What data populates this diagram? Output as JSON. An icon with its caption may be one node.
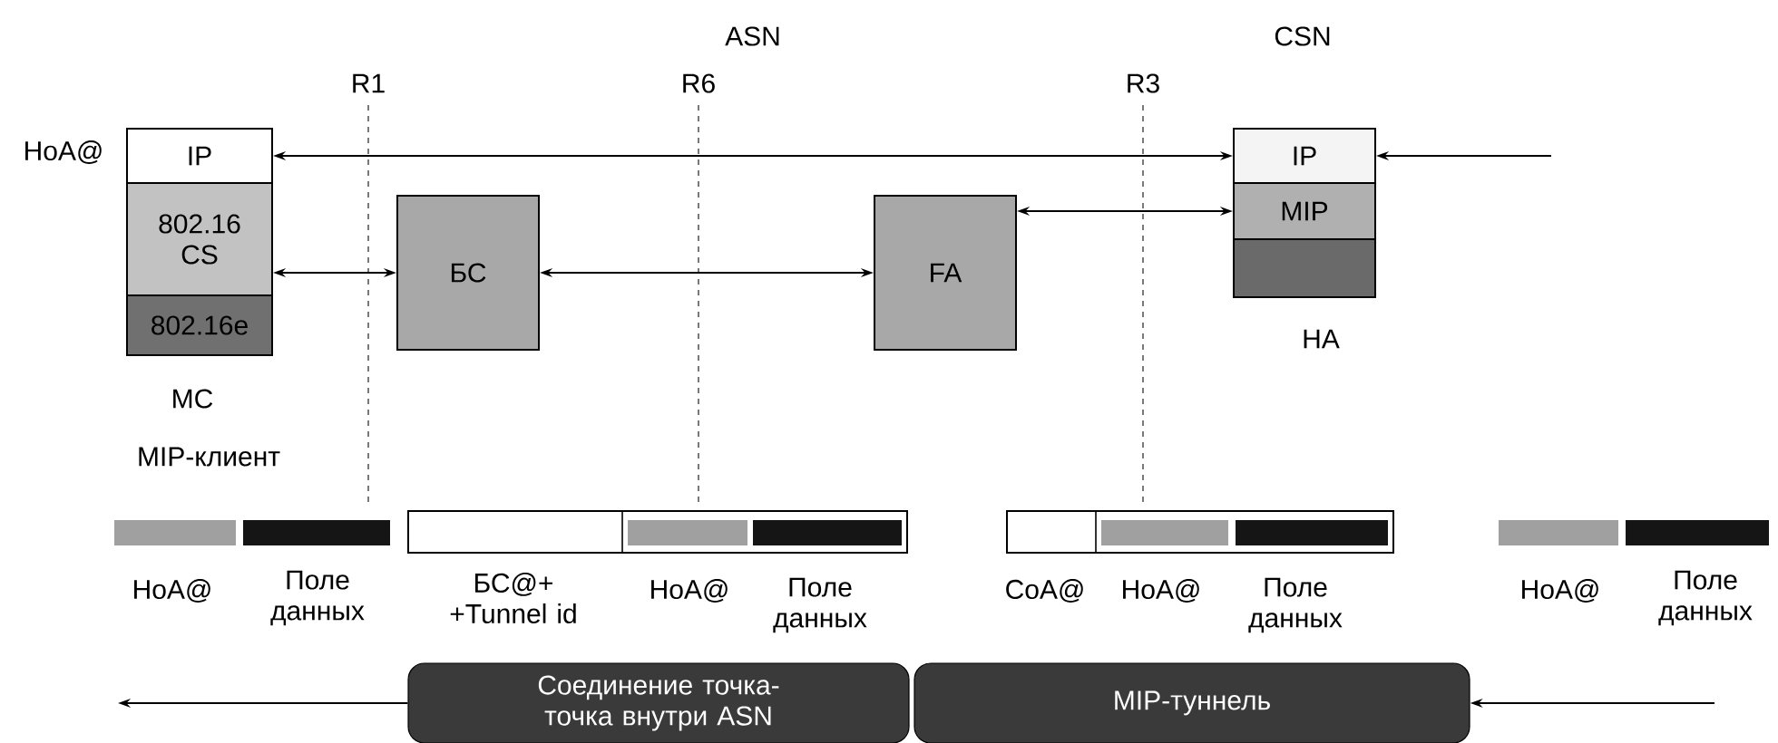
{
  "diagram": {
    "nodes": [
      {
        "text": [
          "IP"
        ],
        "beside": [
          "HoA@"
        ]
      },
      {
        "text": [
          "802.16 CS"
        ]
      },
      {
        "text": [
          "802.16e"
        ]
      },
      {
        "text": [
          "БС"
        ]
      },
      {
        "text": [
          "FA"
        ]
      },
      {
        "text": [
          "IP"
        ]
      },
      {
        "text": [
          "MIP"
        ]
      },
      {
        "text": [],
        "shape": "box"
      },
      {
        "text": [
          "Соединение точка-точка внутри ASN"
        ]
      },
      {
        "text": [
          "MIP-туннель"
        ]
      }
    ],
    "edges": [
      {
        "from": 0,
        "to": 5,
        "arrow": "both"
      },
      {
        "from": 1,
        "to": 3,
        "arrow": "both"
      },
      {
        "from": 3,
        "to": 4,
        "arrow": "both"
      },
      {
        "from": 4,
        "to": 6,
        "arrow": "both"
      },
      {
        "from": null,
        "to": 5,
        "arrow": "to"
      },
      {
        "from": 8,
        "to": null,
        "arrow": "to"
      },
      {
        "from": null,
        "to": 9,
        "arrow": "to"
      }
    ],
    "labels": [
      "ASN",
      "CSN",
      "R1",
      "R6",
      "R3",
      "MC",
      "MIP-клиент",
      "HA",
      "HoA@",
      "Поле данных",
      "БС@+ +Tunnel id",
      "HoA@",
      "Поле данных",
      "CoA@",
      "HoA@",
      "Поле данных",
      "HoA@",
      "Поле данных"
    ]
  }
}
